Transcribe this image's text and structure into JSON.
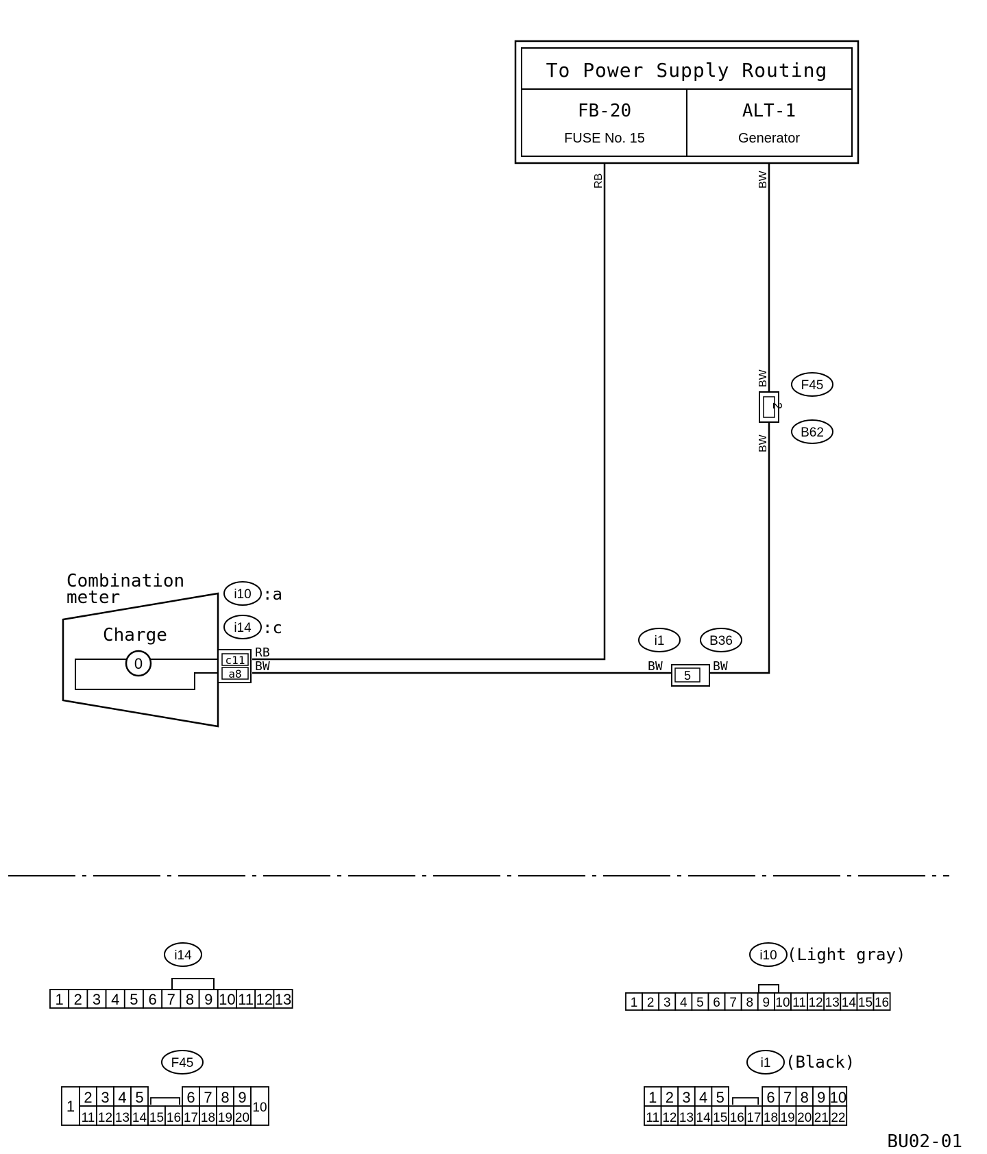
{
  "power_box": {
    "title": "To Power Supply Routing",
    "left": {
      "code": "FB-20",
      "desc": "FUSE No. 15"
    },
    "right": {
      "code": "ALT-1",
      "desc": "Generator"
    }
  },
  "wires": {
    "rb": "RB",
    "bw": "BW"
  },
  "meter": {
    "title_line1": "Combination",
    "title_line2": "meter",
    "charge_label": "Charge",
    "lamp_symbol": "0",
    "conn_a": {
      "id": "i10",
      "suffix": ":a"
    },
    "conn_c": {
      "id": "i14",
      "suffix": ":c"
    },
    "pin_c11": "c11",
    "pin_a8": "a8"
  },
  "connectors_on_wire": {
    "f45": "F45",
    "b62": "B62",
    "f45_pin": "2",
    "i1": "i1",
    "b36": "B36",
    "i1_pin": "5"
  },
  "connector_views": {
    "i14": {
      "id": "i14",
      "note": "",
      "pins": [
        "1",
        "2",
        "3",
        "4",
        "5",
        "6",
        "7",
        "8",
        "9",
        "10",
        "11",
        "12",
        "13"
      ]
    },
    "i10": {
      "id": "i10",
      "note": "(Light gray)",
      "pins": [
        "1",
        "2",
        "3",
        "4",
        "5",
        "6",
        "7",
        "8",
        "9",
        "10",
        "11",
        "12",
        "13",
        "14",
        "15",
        "16"
      ]
    },
    "f45": {
      "id": "F45",
      "note": "",
      "left_pin": "1",
      "right_pin": "10",
      "top_left": [
        "2",
        "3",
        "4",
        "5"
      ],
      "top_right": [
        "6",
        "7",
        "8",
        "9"
      ],
      "bottom": [
        "11",
        "12",
        "13",
        "14",
        "15",
        "16",
        "17",
        "18",
        "19",
        "20"
      ]
    },
    "i1": {
      "id": "i1",
      "note": "(Black)",
      "top_left": [
        "1",
        "2",
        "3",
        "4",
        "5"
      ],
      "top_right": [
        "6",
        "7",
        "8",
        "9",
        "10"
      ],
      "bottom": [
        "11",
        "12",
        "13",
        "14",
        "15",
        "16",
        "17",
        "18",
        "19",
        "20",
        "21",
        "22"
      ]
    }
  },
  "figure_code": "BU02-01"
}
